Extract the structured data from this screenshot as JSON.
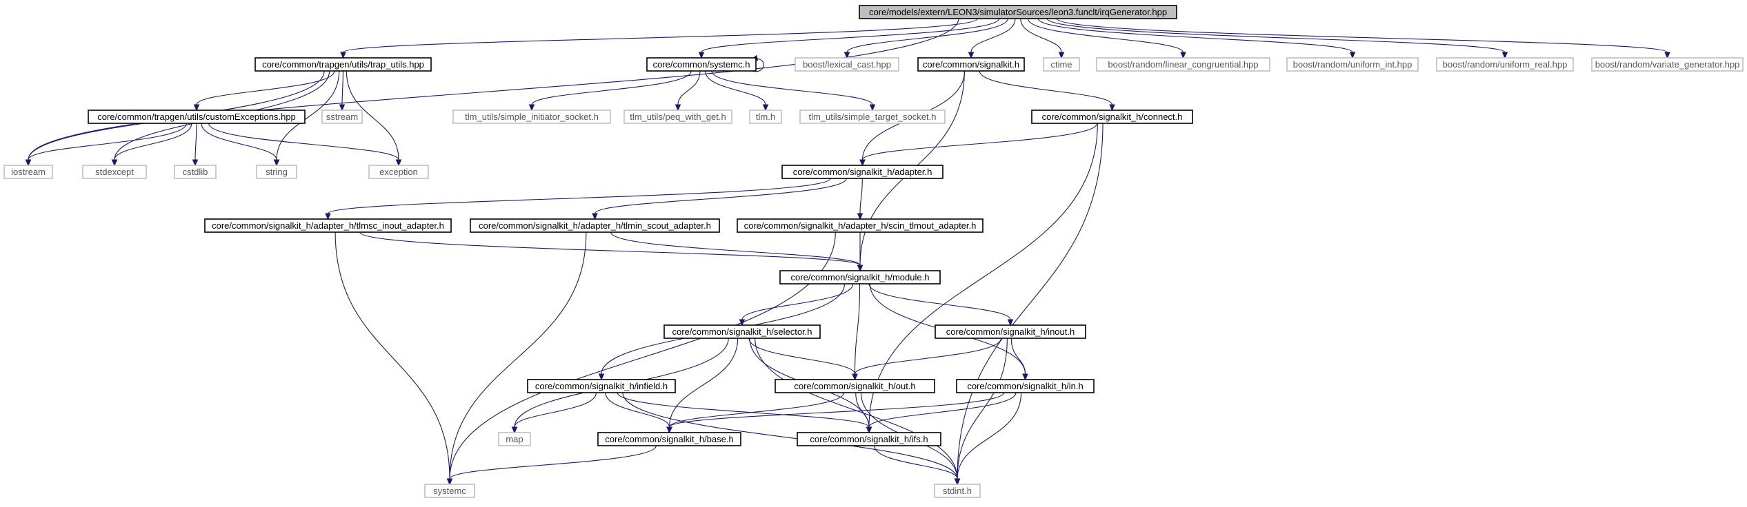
{
  "graph": {
    "nodes": {
      "root": {
        "label": "core/models/extern/LEON3/simulatorSources/leon3.funclt/irqGenerator.hpp",
        "style": "root"
      },
      "trap": {
        "label": "core/common/trapgen/utils/trap_utils.hpp",
        "style": "file"
      },
      "sysc_h": {
        "label": "core/common/systemc.h",
        "style": "file"
      },
      "lexcast": {
        "label": "boost/lexical_cast.hpp",
        "style": "ext"
      },
      "skit": {
        "label": "core/common/signalkit.h",
        "style": "file"
      },
      "ctime": {
        "label": "ctime",
        "style": "ext"
      },
      "lincong": {
        "label": "boost/random/linear_congruential.hpp",
        "style": "ext"
      },
      "uint": {
        "label": "boost/random/uniform_int.hpp",
        "style": "ext"
      },
      "ureal": {
        "label": "boost/random/uniform_real.hpp",
        "style": "ext"
      },
      "vargen": {
        "label": "boost/random/variate_generator.hpp",
        "style": "ext"
      },
      "cexc": {
        "label": "core/common/trapgen/utils/customExceptions.hpp",
        "style": "file"
      },
      "sstream": {
        "label": "sstream",
        "style": "ext"
      },
      "iostream": {
        "label": "iostream",
        "style": "ext"
      },
      "stdexcept": {
        "label": "stdexcept",
        "style": "ext"
      },
      "cstdlib": {
        "label": "cstdlib",
        "style": "ext"
      },
      "string": {
        "label": "string",
        "style": "ext"
      },
      "exception": {
        "label": "exception",
        "style": "ext"
      },
      "tlminit": {
        "label": "tlm_utils/simple_initiator_socket.h",
        "style": "ext"
      },
      "peq": {
        "label": "tlm_utils/peq_with_get.h",
        "style": "ext"
      },
      "tlm": {
        "label": "tlm.h",
        "style": "ext"
      },
      "tlmtgt": {
        "label": "tlm_utils/simple_target_socket.h",
        "style": "ext"
      },
      "connect": {
        "label": "core/common/signalkit_h/connect.h",
        "style": "file"
      },
      "adapter": {
        "label": "core/common/signalkit_h/adapter.h",
        "style": "file"
      },
      "tlmsc": {
        "label": "core/common/signalkit_h/adapter_h/tlmsc_inout_adapter.h",
        "style": "file"
      },
      "tlmin": {
        "label": "core/common/signalkit_h/adapter_h/tlmin_scout_adapter.h",
        "style": "file"
      },
      "scin": {
        "label": "core/common/signalkit_h/adapter_h/scin_tlmout_adapter.h",
        "style": "file"
      },
      "module": {
        "label": "core/common/signalkit_h/module.h",
        "style": "file"
      },
      "selector": {
        "label": "core/common/signalkit_h/selector.h",
        "style": "file"
      },
      "inout": {
        "label": "core/common/signalkit_h/inout.h",
        "style": "file"
      },
      "infield": {
        "label": "core/common/signalkit_h/infield.h",
        "style": "file"
      },
      "out": {
        "label": "core/common/signalkit_h/out.h",
        "style": "file"
      },
      "in": {
        "label": "core/common/signalkit_h/in.h",
        "style": "file"
      },
      "map": {
        "label": "map",
        "style": "ext"
      },
      "base": {
        "label": "core/common/signalkit_h/base.h",
        "style": "file"
      },
      "ifs": {
        "label": "core/common/signalkit_h/ifs.h",
        "style": "file"
      },
      "systemc": {
        "label": "systemc",
        "style": "ext"
      },
      "stdint": {
        "label": "stdint.h",
        "style": "ext"
      }
    },
    "edges": [
      [
        "root",
        "trap"
      ],
      [
        "root",
        "sysc_h"
      ],
      [
        "root",
        "lexcast"
      ],
      [
        "root",
        "skit"
      ],
      [
        "root",
        "ctime"
      ],
      [
        "root",
        "lincong"
      ],
      [
        "root",
        "uint"
      ],
      [
        "root",
        "ureal"
      ],
      [
        "root",
        "vargen"
      ],
      [
        "root",
        "iostream"
      ],
      [
        "trap",
        "cexc"
      ],
      [
        "trap",
        "sstream"
      ],
      [
        "trap",
        "iostream"
      ],
      [
        "trap",
        "stdexcept"
      ],
      [
        "trap",
        "string"
      ],
      [
        "trap",
        "exception"
      ],
      [
        "cexc",
        "iostream"
      ],
      [
        "cexc",
        "stdexcept"
      ],
      [
        "cexc",
        "cstdlib"
      ],
      [
        "cexc",
        "string"
      ],
      [
        "cexc",
        "exception"
      ],
      [
        "sysc_h",
        "tlminit"
      ],
      [
        "sysc_h",
        "peq"
      ],
      [
        "sysc_h",
        "tlm"
      ],
      [
        "sysc_h",
        "tlmtgt"
      ],
      [
        "sysc_h",
        "sysc_h"
      ],
      [
        "skit",
        "connect"
      ],
      [
        "skit",
        "adapter"
      ],
      [
        "skit",
        "module"
      ],
      [
        "connect",
        "adapter"
      ],
      [
        "connect",
        "ifs"
      ],
      [
        "connect",
        "stdint"
      ],
      [
        "adapter",
        "tlmsc"
      ],
      [
        "adapter",
        "tlmin"
      ],
      [
        "adapter",
        "scin"
      ],
      [
        "tlmsc",
        "module"
      ],
      [
        "tlmsc",
        "systemc"
      ],
      [
        "tlmin",
        "module"
      ],
      [
        "tlmin",
        "systemc"
      ],
      [
        "scin",
        "module"
      ],
      [
        "scin",
        "systemc"
      ],
      [
        "module",
        "selector"
      ],
      [
        "module",
        "inout"
      ],
      [
        "module",
        "infield"
      ],
      [
        "module",
        "out"
      ],
      [
        "module",
        "in"
      ],
      [
        "selector",
        "map"
      ],
      [
        "selector",
        "out"
      ],
      [
        "selector",
        "base"
      ],
      [
        "selector",
        "ifs"
      ],
      [
        "selector",
        "stdint"
      ],
      [
        "inout",
        "out"
      ],
      [
        "inout",
        "in"
      ],
      [
        "inout",
        "stdint"
      ],
      [
        "infield",
        "map"
      ],
      [
        "infield",
        "base"
      ],
      [
        "infield",
        "ifs"
      ],
      [
        "infield",
        "stdint"
      ],
      [
        "out",
        "base"
      ],
      [
        "out",
        "ifs"
      ],
      [
        "out",
        "stdint"
      ],
      [
        "in",
        "base"
      ],
      [
        "in",
        "ifs"
      ],
      [
        "in",
        "stdint"
      ],
      [
        "base",
        "systemc"
      ],
      [
        "ifs",
        "stdint"
      ]
    ],
    "colors": {
      "edge": "#191970",
      "file_border": "#000000",
      "ext_border": "#bfbfbf",
      "root_fill": "#bfbfbf",
      "file_text": "#000000",
      "ext_text": "#555555"
    }
  }
}
